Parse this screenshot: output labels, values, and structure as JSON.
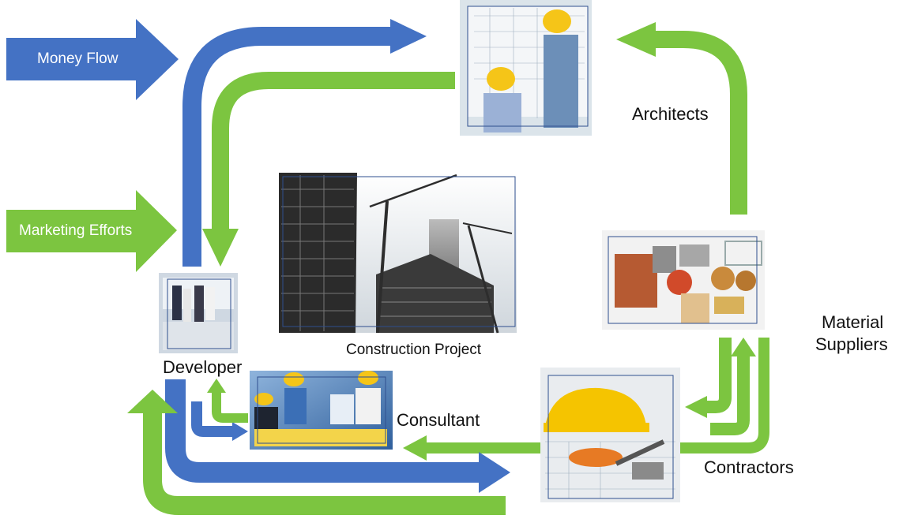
{
  "colors": {
    "money": "#4472C4",
    "marketing": "#7CC540"
  },
  "legend": {
    "money_flow": "Money Flow",
    "marketing_efforts": "Marketing Efforts"
  },
  "nodes": {
    "architects": "Architects",
    "material_suppliers_line1": "Material",
    "material_suppliers_line2": "Suppliers",
    "developer": "Developer",
    "construction_project": "Construction Project",
    "consultant": "Consultant",
    "contractors": "Contractors"
  },
  "images": {
    "architects": "architects-reviewing-blueprints-photo",
    "construction": "construction-site-cranes-photo",
    "suppliers": "building-materials-photo",
    "developer": "developer-meeting-photo",
    "consultant": "consultant-meeting-photo",
    "contractors": "hard-hat-and-tools-photo"
  }
}
